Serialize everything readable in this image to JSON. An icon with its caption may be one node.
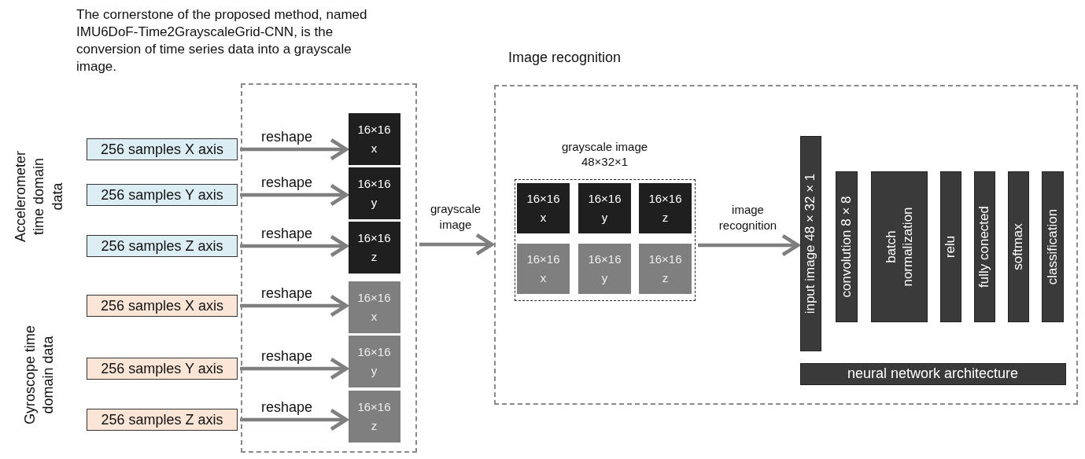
{
  "diagram": {
    "title": "The cornerstone of the proposed method, named IMU6DoF-Time2GrayscaleGrid-CNN, is the conversion of time series data into a grayscale image.",
    "nodes": [
      {
        "text": [
          "256 samples X axis"
        ]
      },
      {
        "text": [
          "256 samples Y axis"
        ]
      },
      {
        "text": [
          "256 samples Z axis"
        ]
      },
      {
        "text": [
          "256 samples X axis"
        ]
      },
      {
        "text": [
          "256 samples Y axis"
        ]
      },
      {
        "text": [
          "256 samples Z axis"
        ]
      },
      {
        "text": [],
        "shape": "box"
      },
      {
        "text": [
          "16×16 x"
        ],
        "in": 6
      },
      {
        "text": [
          "16×16 y"
        ],
        "in": 6
      },
      {
        "text": [
          "16×16 z"
        ],
        "in": 6
      },
      {
        "text": [
          "16×16 x"
        ],
        "in": 6
      },
      {
        "text": [
          "16×16 y"
        ],
        "in": 6
      },
      {
        "text": [
          "16×16 z"
        ],
        "in": 6
      },
      {
        "text": [
          "Image recognition"
        ]
      },
      {
        "text": [
          "grayscale image 48×32×1"
        ],
        "in": 13
      },
      {
        "text": [
          "16×16 x"
        ],
        "in": 14
      },
      {
        "text": [
          "16×16 y"
        ],
        "in": 14
      },
      {
        "text": [
          "16×16 z"
        ],
        "in": 14
      },
      {
        "text": [
          "16×16 x"
        ],
        "in": 14
      },
      {
        "text": [
          "16×16 y"
        ],
        "in": 14
      },
      {
        "text": [
          "16×16 z"
        ],
        "in": 14
      },
      {
        "text": [
          "input image 48 × 32 × 1"
        ],
        "in": 13
      },
      {
        "text": [
          "convolution 8 × 8"
        ],
        "in": 13
      },
      {
        "text": [
          "batch normalization"
        ],
        "in": 13
      },
      {
        "text": [
          "relu"
        ],
        "in": 13
      },
      {
        "text": [
          "fully conected"
        ],
        "in": 13
      },
      {
        "text": [
          "softmax"
        ],
        "in": 13
      },
      {
        "text": [
          "classification"
        ],
        "in": 13
      },
      {
        "text": [
          "neural network architecture"
        ],
        "in": 13
      }
    ],
    "edges": [
      {
        "from": 0,
        "to": 7,
        "arrow": "to",
        "label": "reshape"
      },
      {
        "from": 1,
        "to": 8,
        "arrow": "to",
        "label": "reshape"
      },
      {
        "from": 2,
        "to": 9,
        "arrow": "to",
        "label": "reshape"
      },
      {
        "from": 3,
        "to": 10,
        "arrow": "to",
        "label": "reshape"
      },
      {
        "from": 4,
        "to": 11,
        "arrow": "to",
        "label": "reshape"
      },
      {
        "from": 5,
        "to": 12,
        "arrow": "to",
        "label": "reshape"
      },
      {
        "from": 6,
        "to": 13,
        "arrow": "to",
        "label": "grayscale image"
      },
      {
        "from": 14,
        "to": 21,
        "arrow": "to",
        "label": "image recognition"
      }
    ],
    "labels": [
      "Accelerometer time domain data",
      "Gyroscope time domain data"
    ]
  }
}
